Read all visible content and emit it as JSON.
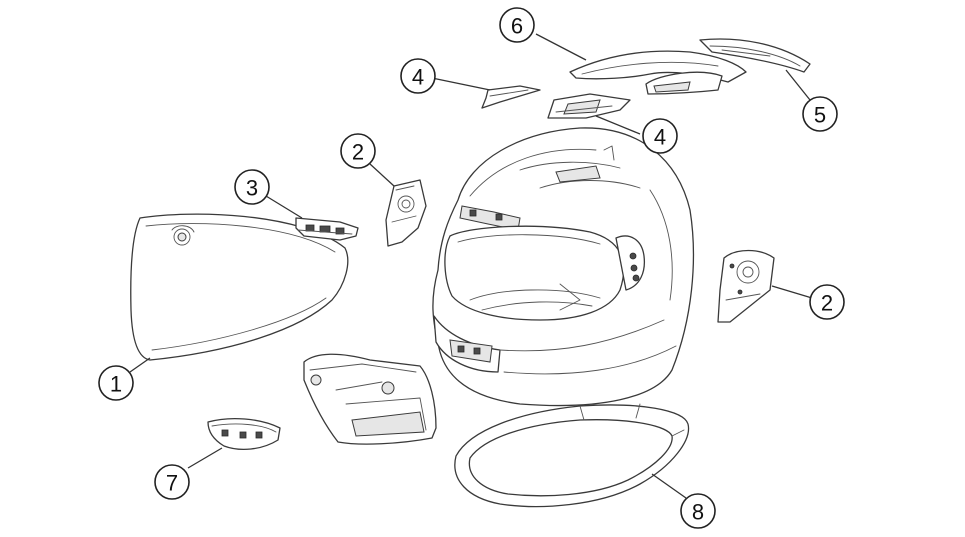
{
  "callouts": [
    {
      "id": "visor",
      "label": "1"
    },
    {
      "id": "pivot-left",
      "label": "2"
    },
    {
      "id": "pivot-right",
      "label": "2"
    },
    {
      "id": "chin-vent",
      "label": "3"
    },
    {
      "id": "top-vent-left",
      "label": "4"
    },
    {
      "id": "top-vent-center",
      "label": "4"
    },
    {
      "id": "rear-spoiler",
      "label": "5"
    },
    {
      "id": "top-vent-cover",
      "label": "6"
    },
    {
      "id": "breath-guard",
      "label": "7"
    },
    {
      "id": "neck-roll",
      "label": "8"
    }
  ],
  "colors": {
    "line": "#3a3a3a",
    "background": "#ffffff"
  }
}
